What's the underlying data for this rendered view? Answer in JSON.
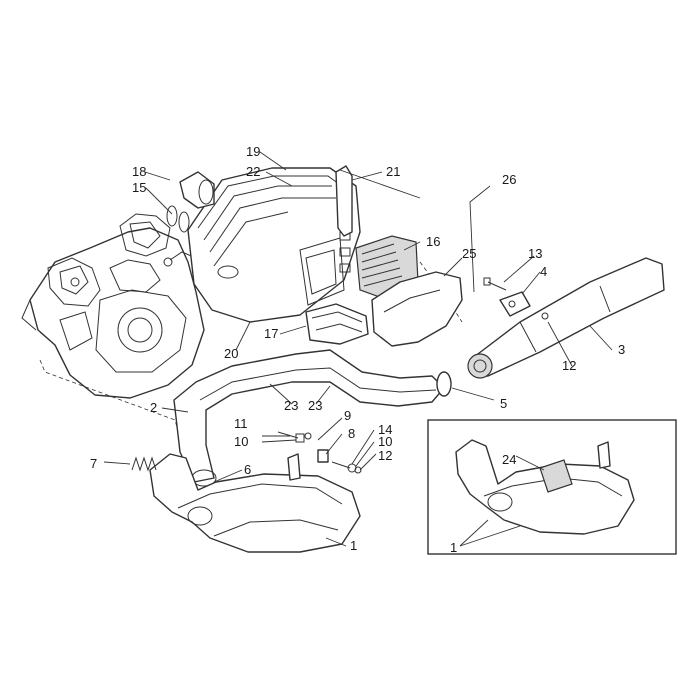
{
  "callouts": {
    "c1": "1",
    "c1b": "1",
    "c2": "2",
    "c3": "3",
    "c4": "4",
    "c5": "5",
    "c6": "6",
    "c7": "7",
    "c8": "8",
    "c9": "9",
    "c10": "10",
    "c10b": "10",
    "c11": "11",
    "c12": "12",
    "c12b": "12",
    "c13": "13",
    "c14": "14",
    "c15": "15",
    "c16": "16",
    "c17": "17",
    "c18": "18",
    "c19": "19",
    "c20": "20",
    "c21": "21",
    "c22": "22",
    "c23": "23",
    "c23b": "23",
    "c24": "24",
    "c25": "25",
    "c26": "26"
  }
}
